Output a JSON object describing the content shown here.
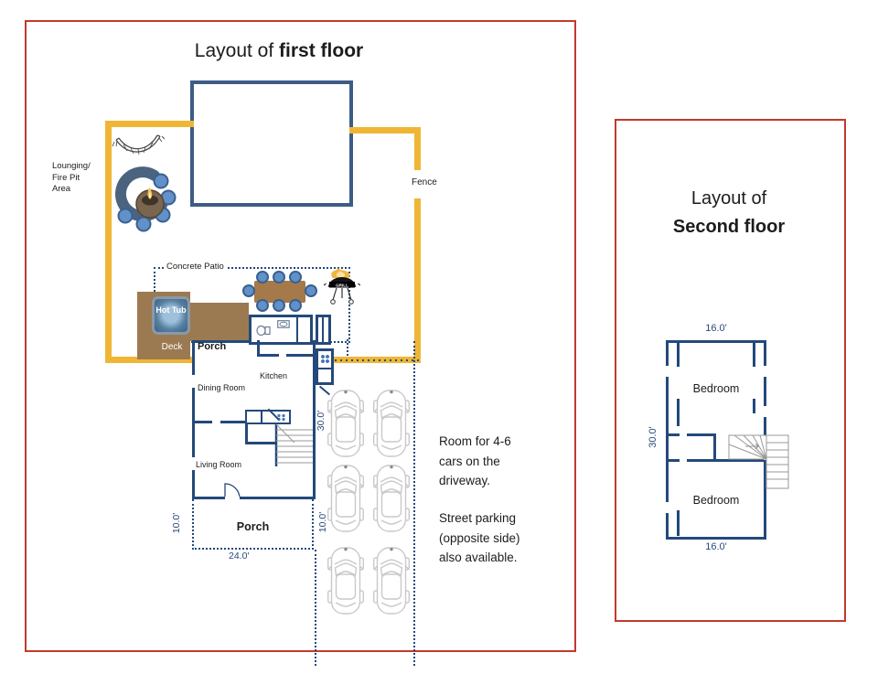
{
  "first_floor": {
    "title_prefix": "Layout of",
    "title_bold": "first floor",
    "lounging_lines": [
      "Lounging/",
      "Fire Pit",
      "Area"
    ],
    "fence_label": "Fence",
    "patio_label": "Concrete Patio",
    "hot_tub_label": "Hot Tub",
    "deck_label": "Deck",
    "porch_top_label": "Porch",
    "kitchen_label": "Kitchen",
    "dining_label": "Dining Room",
    "living_label": "Living Room",
    "porch_bottom_label": "Porch",
    "grill_label": "GRILL",
    "dim_depth": "30.0'",
    "dim_porch_side": "10.0'",
    "dim_porch_width": "24.0'",
    "dim_driveway_side": "10.0'",
    "note1_lines": [
      "Room for 4-6",
      "cars on the",
      "driveway."
    ],
    "note2_lines": [
      "Street parking",
      "(opposite side)",
      "also available."
    ]
  },
  "second_floor": {
    "title_prefix": "Layout of",
    "title_bold": "Second floor",
    "bedroom_upper": "Bedroom",
    "bedroom_lower": "Bedroom",
    "dim_width_top": "16.0'",
    "dim_depth": "30.0'",
    "dim_width_bottom": "16.0'"
  },
  "colors": {
    "border_red": "#c13a2e",
    "fence_yellow": "#efb636",
    "wall_navy": "#24497b",
    "structure_blue": "#3d5c85",
    "deck_brown": "#9b7a52",
    "chair_blue": "#6290c8"
  }
}
